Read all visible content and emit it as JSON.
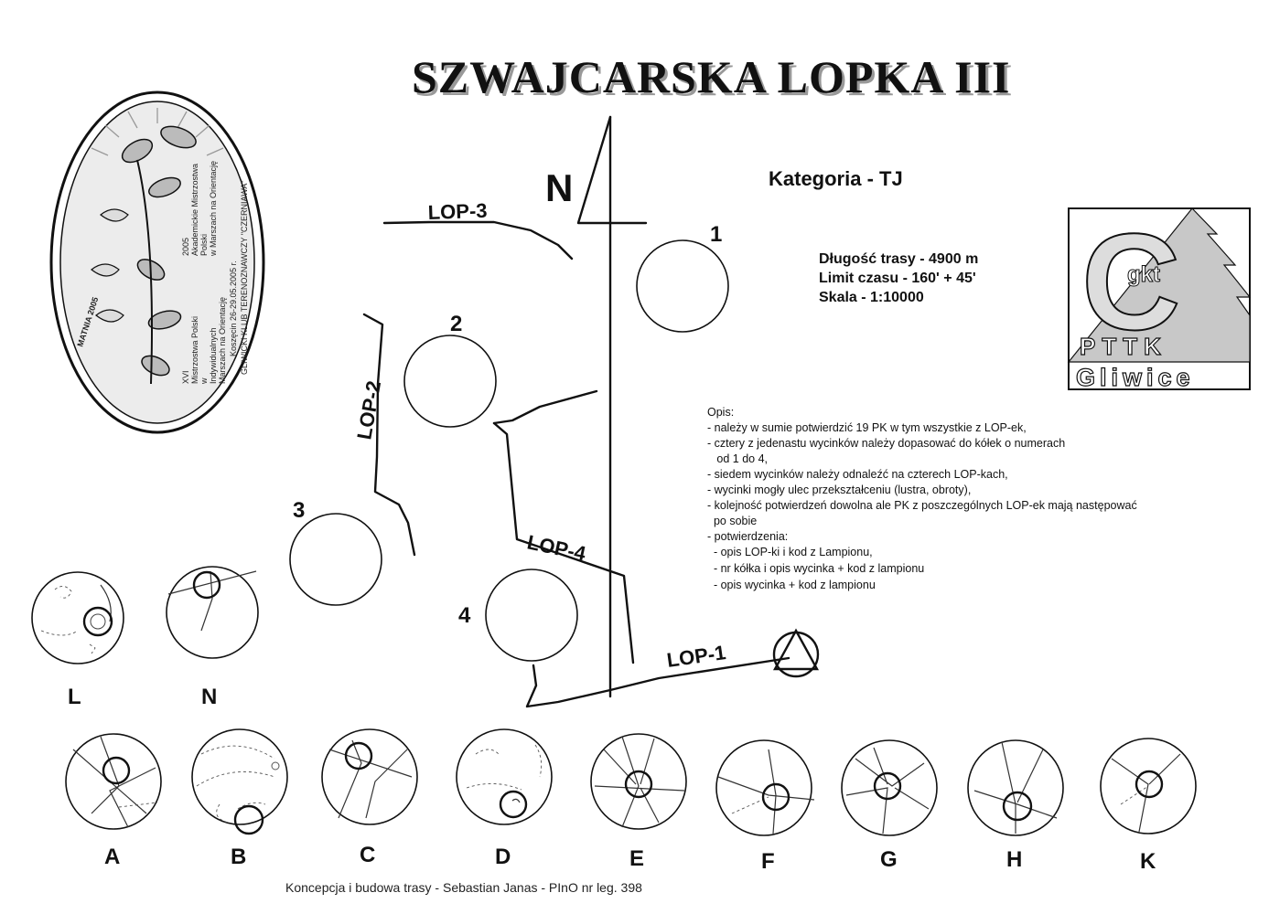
{
  "title": "SZWAJCARSKA LOPKA III",
  "north_label": "N",
  "category": "Kategoria - TJ",
  "route_info": {
    "length": "Długość trasy - 4900 m",
    "time_limit": "Limit czasu - 160' + 45'",
    "scale": "Skala - 1:10000"
  },
  "description": {
    "heading": "Opis:",
    "lines": [
      "- należy w sumie potwierdzić 19 PK w tym wszystkie z LOP-ek,",
      "- cztery z jedenastu wycinków należy dopasować do kółek o numerach",
      "   od 1 do 4,",
      "- siedem wycinków należy odnaleźć na czterech LOP-kach,",
      "- wycinki mogły ulec przekształceniu (lustra, obroty),",
      "- kolejność potwierdzeń dowolna ale PK z poszczególnych LOP-ek mają następować",
      "  po sobie",
      "- potwierdzenia:",
      "  - opis LOP-ki i kod z Lampionu,",
      "  - nr kółka i opis wycinka + kod z lampionu",
      "  - opis wycinka + kod z lampionu"
    ]
  },
  "lop_labels": [
    "LOP-1",
    "LOP-2",
    "LOP-3",
    "LOP-4"
  ],
  "circle_numbers": [
    "1",
    "2",
    "3",
    "4"
  ],
  "fragment_letters": [
    "L",
    "N",
    "A",
    "B",
    "C",
    "D",
    "E",
    "F",
    "G",
    "H",
    "K"
  ],
  "logo": {
    "letter": "C",
    "small": "gkt",
    "org": "PTTK",
    "city": "Gliwice"
  },
  "crest": {
    "arc_text": "MATNIA 2005",
    "lines": [
      "XVI",
      "Mistrzostwa Polski",
      "w",
      "Indywidualnych",
      "Marszach na Orientację",
      "2005",
      "Akademickie Mistrzostwa",
      "Polski",
      "w Marszach na Orientację",
      "Koszęcin 26-29.05.2005 r.",
      "GLIWICKI KLUB TERENOZNAWCZY \"CZERNIAWA\""
    ]
  },
  "credit": "Koncepcja i budowa trasy - Sebastian Janas - PInO nr leg. 398"
}
